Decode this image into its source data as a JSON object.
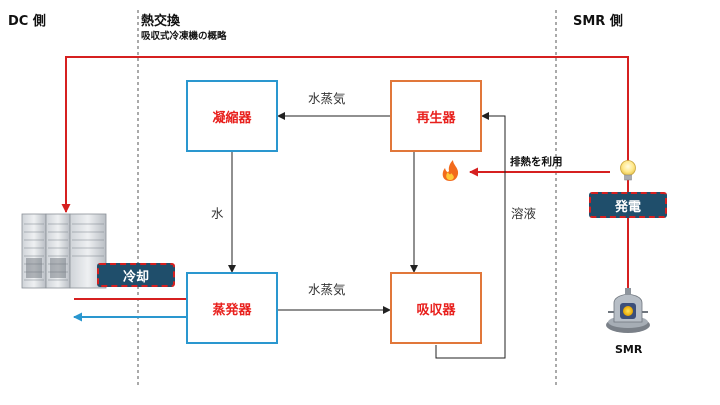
{
  "sections": {
    "dc": "DC 側",
    "heat_exchange": "熱交換",
    "heat_exchange_subtitle": "吸収式冷凍機の概略",
    "smr": "SMR 側"
  },
  "components": {
    "condenser": "凝縮器",
    "regenerator": "再生器",
    "evaporator": "蒸発器",
    "absorber": "吸収器"
  },
  "flows": {
    "steam_top": "水蒸気",
    "steam_bottom": "水蒸気",
    "water": "水",
    "solution": "溶液",
    "waste_heat": "排熱を利用"
  },
  "badges": {
    "cooling": "冷却",
    "power": "発電"
  },
  "labels": {
    "smr_reactor": "SMR"
  },
  "colors": {
    "red": "#d62020",
    "blue": "#2a97cf",
    "orange": "#e1773a",
    "badge_fill": "#1f4e6b"
  },
  "icons": [
    "server-rack-icon",
    "flame-icon",
    "lightbulb-icon",
    "reactor-icon"
  ]
}
